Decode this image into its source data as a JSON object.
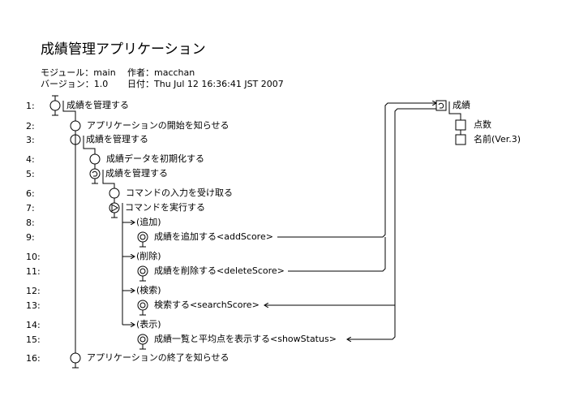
{
  "header": {
    "title": "成績管理アプリケーション",
    "module_label": "モジュール：main",
    "author_label": "作者：macchan",
    "version_label": "バージョン：1.0",
    "date_label": "日付：Thu Jul 12 16:36:41 JST 2007"
  },
  "rows": [
    {
      "num": "1:",
      "text": "成績を管理する"
    },
    {
      "num": "2:",
      "text": "アプリケーションの開始を知らせる"
    },
    {
      "num": "3:",
      "text": "成績を管理する"
    },
    {
      "num": "4:",
      "text": "成績データを初期化する"
    },
    {
      "num": "5:",
      "text": "成績を管理する"
    },
    {
      "num": "6:",
      "text": "コマンドの入力を受け取る"
    },
    {
      "num": "7:",
      "text": "コマンドを実行する"
    },
    {
      "num": "8:",
      "text": "(追加)"
    },
    {
      "num": "9:",
      "text": "成績を追加する<addScore>"
    },
    {
      "num": "10:",
      "text": "(削除)"
    },
    {
      "num": "11:",
      "text": "成績を削除する<deleteScore>"
    },
    {
      "num": "12:",
      "text": "(検索)"
    },
    {
      "num": "13:",
      "text": "検索する<searchScore>"
    },
    {
      "num": "14:",
      "text": "(表示)"
    },
    {
      "num": "15:",
      "text": "成績一覧と平均点を表示する<showStatus>"
    },
    {
      "num": "16:",
      "text": "アプリケーションの終了を知らせる"
    }
  ],
  "data_structure": {
    "name": "成績",
    "fields": [
      "点数",
      "名前(Ver.3)"
    ]
  }
}
